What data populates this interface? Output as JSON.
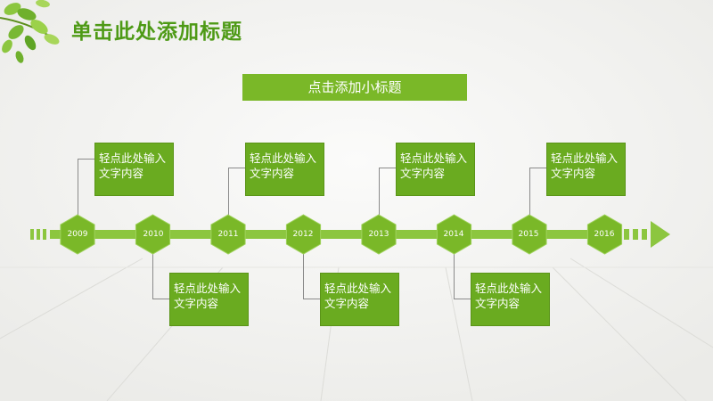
{
  "header": {
    "title": "单击此处添加标题",
    "subtitle": "点击添加小标题"
  },
  "timeline": {
    "years": [
      "2009",
      "2010",
      "2011",
      "2012",
      "2013",
      "2014",
      "2015",
      "2016"
    ],
    "top_boxes": [
      {
        "line1": "轻点此处输入",
        "line2": "文字内容"
      },
      {
        "line1": "轻点此处输入",
        "line2": "文字内容"
      },
      {
        "line1": "轻点此处输入",
        "line2": "文字内容"
      },
      {
        "line1": "轻点此处输入",
        "line2": "文字内容"
      }
    ],
    "bottom_boxes": [
      {
        "line1": "轻点此处输入",
        "line2": "文字内容"
      },
      {
        "line1": "轻点此处输入",
        "line2": "文字内容"
      },
      {
        "line1": "轻点此处输入",
        "line2": "文字内容"
      }
    ]
  },
  "colors": {
    "accent": "#7ab828",
    "box_fill": "#6aab20",
    "title": "#4e9a16",
    "background": "#f3f3f1"
  },
  "icons": {
    "corner_decoration": "leaf-branch-icon",
    "axis_end": "arrow-right-icon"
  }
}
